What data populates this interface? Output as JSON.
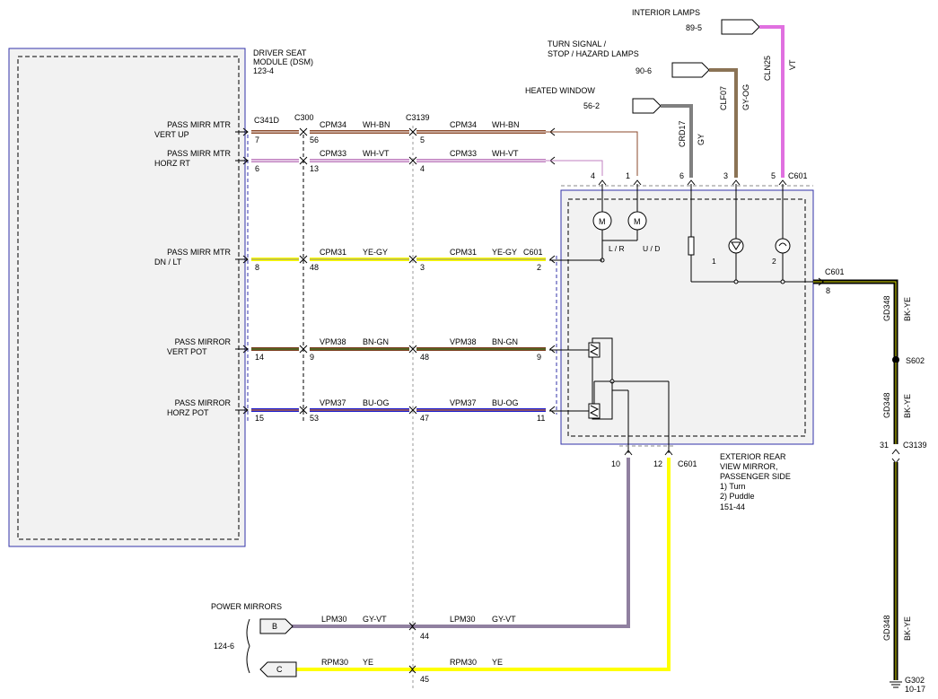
{
  "module": {
    "name_line1": "DRIVER SEAT",
    "name_line2": "MODULE (DSM)",
    "ref": "123-4"
  },
  "connectors": {
    "c341d": "C341D",
    "c300": "C300",
    "c3139": "C3139",
    "c601": "C601",
    "c601_top": "C601",
    "c601_right": "C601",
    "c601_bottom": "C601",
    "c3139_right": "C3139",
    "s602": "S602",
    "g302": "G302",
    "g302_ref": "10-17"
  },
  "circuits": [
    {
      "label1": "PASS MIRR MTR",
      "label2": "VERT UP",
      "pin_dsm": "7",
      "pin_c300": "56",
      "pin_c3139": "5",
      "pin_c601": "1",
      "circuit": "CPM34",
      "color_code": "WH-BN",
      "color": "#8b4a2b",
      "stripe": "#ffffff"
    },
    {
      "label1": "PASS MIRR MTR",
      "label2": "HORZ RT",
      "pin_dsm": "6",
      "pin_c300": "13",
      "pin_c3139": "4",
      "pin_c601": "4",
      "circuit": "CPM33",
      "color_code": "WH-VT",
      "color": "#c080c0",
      "stripe": "#ffffff"
    },
    {
      "label1": "PASS MIRR MTR",
      "label2": "DN / LT",
      "pin_dsm": "8",
      "pin_c300": "48",
      "pin_c3139": "3",
      "pin_c601": "2",
      "circuit": "CPM31",
      "color_code": "YE-GY",
      "color": "#ffff00",
      "stripe": "#888888"
    },
    {
      "label1": "PASS MIRROR",
      "label2": "VERT POT",
      "pin_dsm": "14",
      "pin_c300": "9",
      "pin_c3139": "48",
      "pin_c601": "9",
      "circuit": "VPM38",
      "color_code": "BN-GN",
      "color": "#7a3b1c",
      "stripe": "#2e8b2e"
    },
    {
      "label1": "PASS MIRROR",
      "label2": "HORZ POT",
      "pin_dsm": "15",
      "pin_c300": "53",
      "pin_c3139": "47",
      "pin_c601": "11",
      "circuit": "VPM37",
      "color_code": "BU-OG",
      "color": "#1a1acc",
      "stripe": "#ff8c00"
    }
  ],
  "feeds": [
    {
      "label1": "INTERIOR LAMPS",
      "label2": "",
      "ref": "89-5",
      "circuit": "CLN25",
      "color_code": "VT",
      "pin": "5",
      "color": "#e070e0"
    },
    {
      "label1": "TURN SIGNAL /",
      "label2": "STOP / HAZARD LAMPS",
      "ref": "90-6",
      "circuit": "CLF07",
      "color_code": "GY-OG",
      "pin": "3",
      "color": "#8b7355"
    },
    {
      "label1": "HEATED WINDOW",
      "label2": "",
      "ref": "56-2",
      "circuit": "CRD17",
      "color_code": "GY",
      "pin": "6",
      "color": "#808080"
    }
  ],
  "mirror": {
    "line1": "EXTERIOR REAR",
    "line2": "VIEW MIRROR,",
    "line3": "PASSENGER SIDE",
    "line4": "1) Turn",
    "line5": "2) Puddle",
    "ref": "151-44",
    "motor_lr": "L / R",
    "motor_ud": "U / D",
    "motor_symbol": "M",
    "lamp1": "1",
    "lamp2": "2",
    "pin8": "8",
    "pin10": "10",
    "pin12": "12"
  },
  "ground": {
    "circuit": "GD348",
    "color_code": "BK-YE",
    "pin_c3139": "31"
  },
  "power": {
    "title": "POWER MIRRORS",
    "ref": "124-6",
    "b_label": "B",
    "c_label": "C",
    "b_circuit": "LPM30",
    "b_color_code": "GY-VT",
    "c_circuit": "RPM30",
    "c_color_code": "YE",
    "b_pin": "44",
    "c_pin": "45"
  }
}
